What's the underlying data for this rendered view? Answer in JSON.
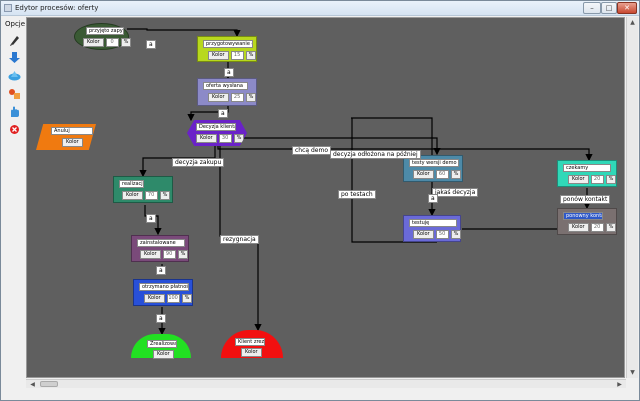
{
  "window": {
    "title": "Edytor procesów: oferty"
  },
  "sidebar": {
    "title": "Opcje"
  },
  "nodes": {
    "n1": {
      "label": "przyjęto zapytanie",
      "color_label": "Kolor",
      "value": "0",
      "pct": "%"
    },
    "n2": {
      "label": "przygotowywanie oferty",
      "color_label": "Kolor",
      "value": "15",
      "pct": "%"
    },
    "n3": {
      "label": "oferta wysłana",
      "color_label": "Kolor",
      "value": "25",
      "pct": "%"
    },
    "n4": {
      "label": "Decyzja klienta",
      "color_label": "Kolor",
      "value": "30",
      "pct": "%"
    },
    "n5": {
      "label": "Anuluj",
      "color_label": "Kolor"
    },
    "n6": {
      "label": "realizacja",
      "color_label": "Kolor",
      "value": "70",
      "pct": "%"
    },
    "n7": {
      "label": "zainstalowane",
      "color_label": "Kolor",
      "value": "90",
      "pct": "%"
    },
    "n8": {
      "label": "otrzymano płatność",
      "color_label": "Kolor",
      "value": "100",
      "pct": "%"
    },
    "n9": {
      "label": "Zrealizowane",
      "color_label": "Kolor"
    },
    "n10": {
      "label": "Klient zrezygn",
      "color_label": "Kolor"
    },
    "n11": {
      "label": "testy wersji demo",
      "color_label": "Kolor",
      "value": "60",
      "pct": "%"
    },
    "n12": {
      "label": "testuję",
      "color_label": "Kolor",
      "value": "50",
      "pct": "%"
    },
    "n13": {
      "label": "czekamy",
      "color_label": "Kolor",
      "value": "20",
      "pct": "%"
    },
    "n14": {
      "label": "ponowny kontakt",
      "color_label": "Kolor",
      "value": "20",
      "pct": "%"
    }
  },
  "edges": {
    "e1": "a",
    "e2": "a",
    "e3": "a",
    "e4": "chcą demo",
    "e5": "decyzja odłożona na później",
    "e6": "decyzja zakupu",
    "e7": "po testach",
    "e8": "jakaś decyzja",
    "e9": "a",
    "e10": "ponów kontakt",
    "e11": "a",
    "e12": "rezygnacja",
    "e13": "a",
    "e14": "a"
  },
  "colors": {
    "canvas": "#5f5f5f",
    "n1": "#3a5a34",
    "n2": "#b8d81e",
    "n3": "#8c8ac8",
    "n4": "#6a22c8",
    "n5": "#f07a10",
    "n6": "#2e8a6a",
    "n7": "#7a4a7a",
    "n8": "#2850d8",
    "n9": "#22e022",
    "n10": "#f21010",
    "n11": "#4d8aa8",
    "n12": "#6a6ad8",
    "n13": "#30d8b8",
    "n14": "#7a7070"
  }
}
